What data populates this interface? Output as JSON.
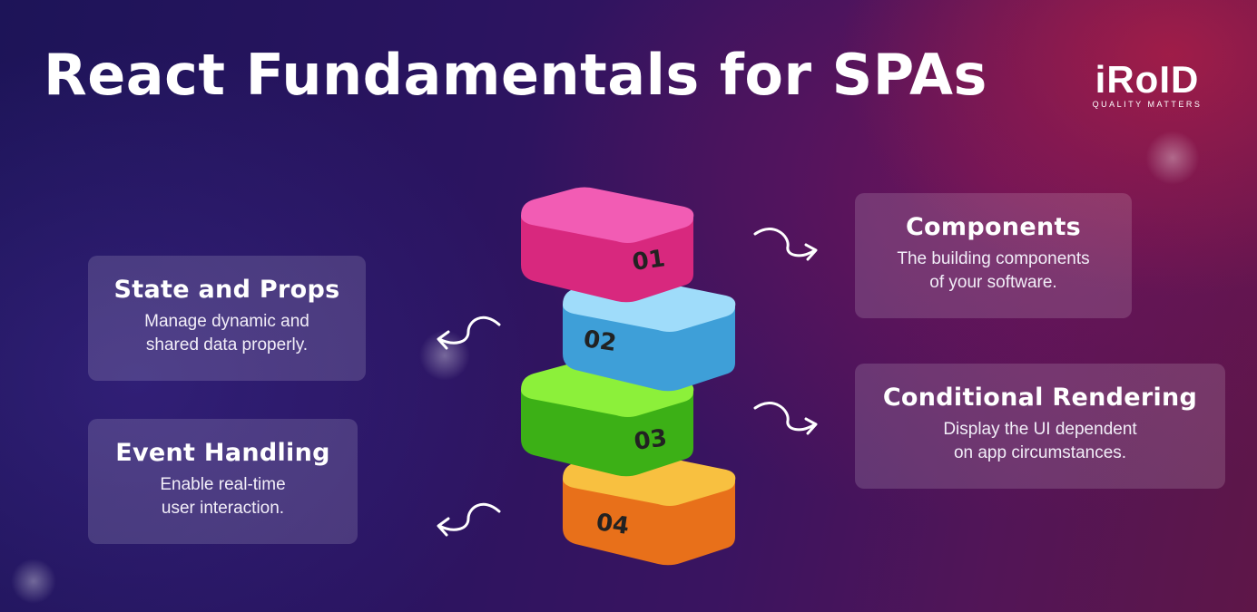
{
  "title": "React Fundamentals for SPAs",
  "logo": {
    "word": "iRoID",
    "tagline": "QUALITY MATTERS"
  },
  "cards": {
    "components": {
      "title": "Components",
      "line1": "The building components",
      "line2": "of your software."
    },
    "state_props": {
      "title": "State and Props",
      "line1": "Manage dynamic and",
      "line2": "shared data properly."
    },
    "conditional": {
      "title": "Conditional Rendering",
      "line1": "Display the UI dependent",
      "line2": "on app circumstances."
    },
    "events": {
      "title": "Event Handling",
      "line1": "Enable real-time",
      "line2": "user interaction."
    }
  },
  "blocks": [
    {
      "label": "01",
      "color": "#e8389a"
    },
    {
      "label": "02",
      "color": "#5ab8ec"
    },
    {
      "label": "03",
      "color": "#4fd21a"
    },
    {
      "label": "04",
      "color": "#f39a1a"
    }
  ]
}
